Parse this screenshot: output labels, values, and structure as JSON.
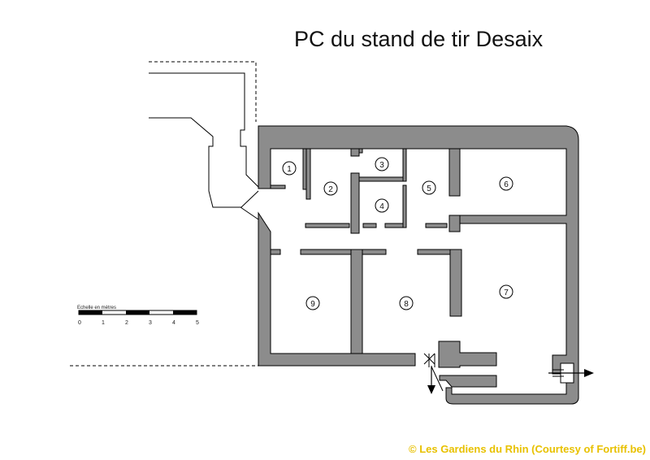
{
  "title": "PC du stand de tir Desaix",
  "rooms": [
    "1",
    "2",
    "3",
    "4",
    "5",
    "6",
    "7",
    "8",
    "9"
  ],
  "scale": {
    "caption": "Echelle en mètres",
    "ticks": [
      "0",
      "1",
      "2",
      "3",
      "4",
      "5"
    ]
  },
  "credit": "© Les Gardiens du Rhin (Courtesy of Fortiff.be)",
  "colors": {
    "wall_fill": "#8c8c8c",
    "line": "#000000",
    "credit": "#e8c100"
  }
}
